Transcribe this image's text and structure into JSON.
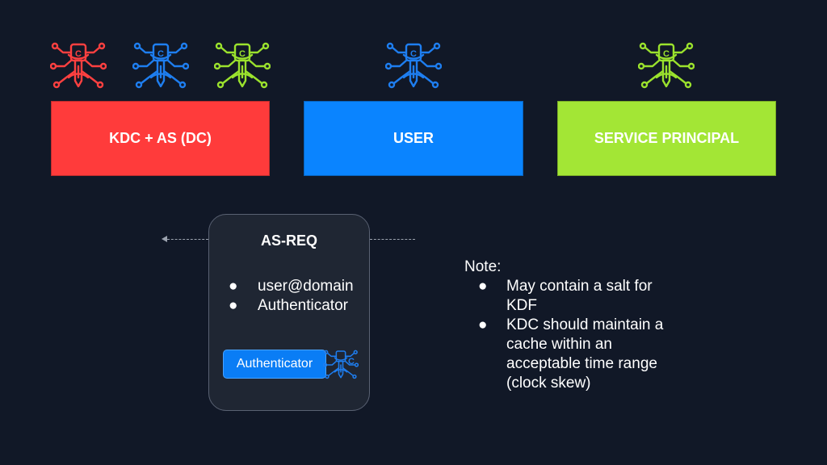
{
  "icons": {
    "key_icon": "key-circuit-icon",
    "glyph": "C"
  },
  "colors": {
    "background": "#111827",
    "kdc": "#ff3b3b",
    "user": "#0a84ff",
    "service": "#a3e635",
    "card": "#1f2633"
  },
  "boxes": {
    "kdc_label": "KDC + AS (DC)",
    "user_label": "USER",
    "service_label": "SERVICE PRINCIPAL"
  },
  "message": {
    "title": "AS-REQ",
    "bullet": "●",
    "items": [
      "user@domain",
      "Authenticator"
    ],
    "authenticator_label": "Authenticator"
  },
  "note": {
    "heading": "Note:",
    "bullet": "●",
    "items": [
      "May contain a salt for KDF",
      "KDC should maintain a cache within an acceptable time range (clock skew)"
    ]
  }
}
